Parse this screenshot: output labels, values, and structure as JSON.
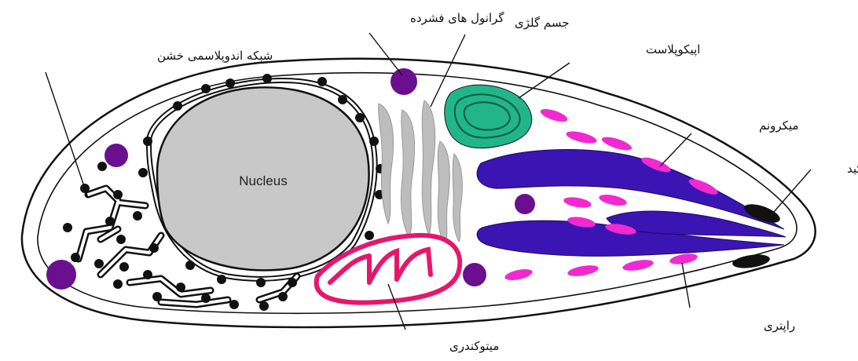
{
  "nucleus_label": "Nucleus",
  "labels": {
    "rough_er": "شبکه اندوپلاسمی خشن",
    "dense_granules": "گرانول های فشرده",
    "golgi": "جسم گلژی",
    "apicoplast": "اپیکوپلاست",
    "micronemes": "میکرونم",
    "conoid": "کونوئید",
    "rhoptries": "راپتری",
    "mitochondrion": "میتوکندری"
  },
  "colors": {
    "nucleus": "#c8c8c8",
    "golgi": "#bdbdbd",
    "apicoplast": "#22b58a",
    "micronemes": "#f02ad0",
    "rhoptries": "#3b14b4",
    "dense_granules": "#6a0f8e",
    "mitochondrion": "#e6176a",
    "conoid": "#111111"
  }
}
